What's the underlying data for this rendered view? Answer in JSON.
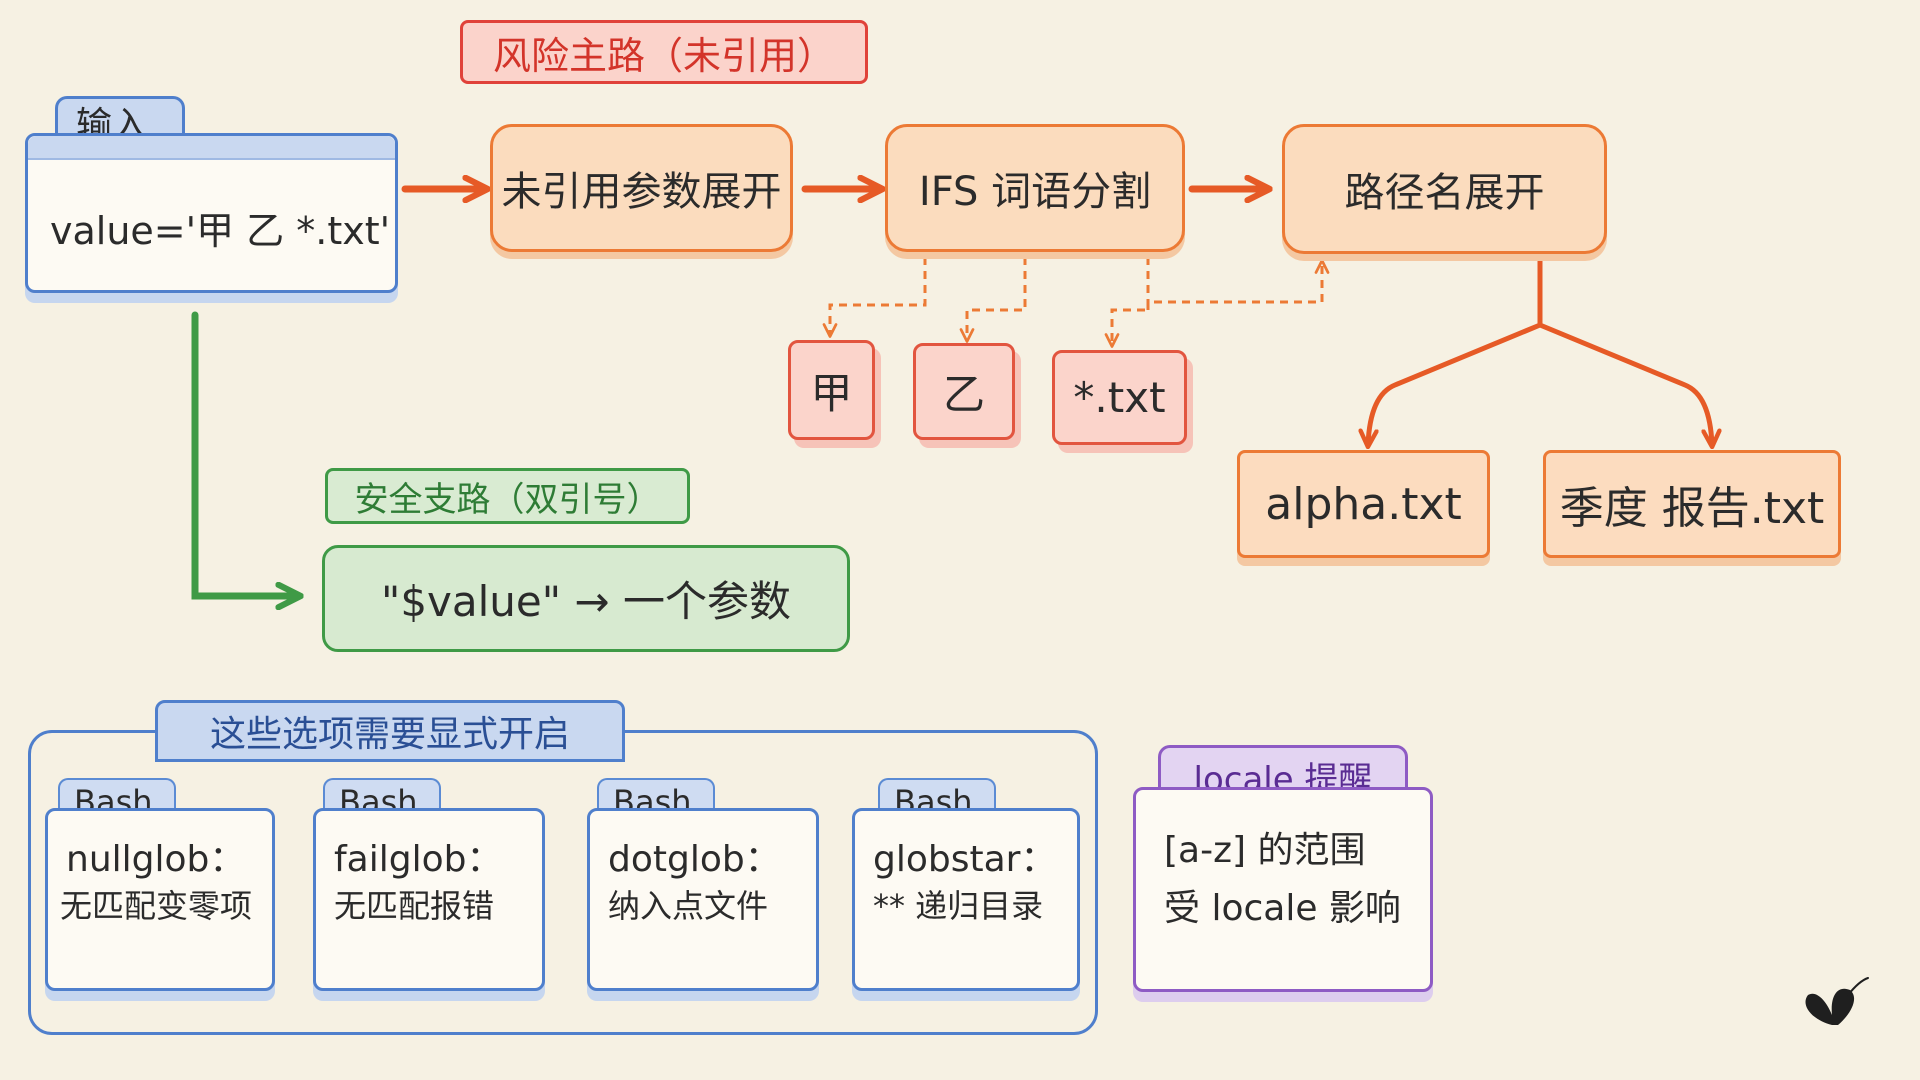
{
  "risk_title": "风险主路（未引用）",
  "input": {
    "tab": "输入",
    "value": "value='甲 乙 *.txt'"
  },
  "steps": [
    "未引用参数展开",
    "IFS 词语分割",
    "路径名展开"
  ],
  "split_words": [
    "甲",
    "乙",
    "*.txt"
  ],
  "results": [
    "alpha.txt",
    "季度 报告.txt"
  ],
  "safe": {
    "title": "安全支路（双引号）",
    "text": "\"$value\" → 一个参数"
  },
  "options": {
    "title": "这些选项需要显式开启",
    "items": [
      {
        "tab": "Bash",
        "name": "nullglob：",
        "desc": "无匹配变零项"
      },
      {
        "tab": "Bash",
        "name": "failglob：",
        "desc": "无匹配报错"
      },
      {
        "tab": "Bash",
        "name": "dotglob：",
        "desc": "纳入点文件"
      },
      {
        "tab": "Bash",
        "name": "globstar：",
        "desc": "** 递归目录"
      }
    ]
  },
  "locale": {
    "tab": "locale 提醒",
    "line1": "[a-z] 的范围",
    "line2": "受 locale 影响"
  },
  "colors": {
    "orange": "#ec7a35",
    "red": "#e2553f",
    "green": "#3f9a46",
    "blue": "#4f7fcc",
    "purple": "#8e5bc4"
  }
}
